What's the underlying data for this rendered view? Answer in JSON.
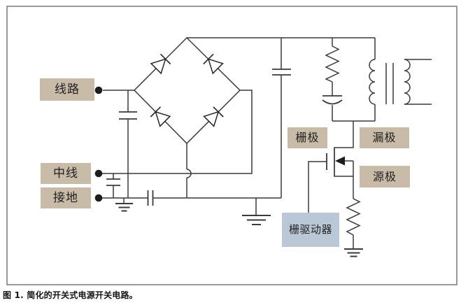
{
  "figure": {
    "caption": "图 1. 简化的开关式电源开关电路。",
    "labels": {
      "line": "线路",
      "neutral": "中线",
      "ground": "接地",
      "gate": "栅极",
      "drain": "漏极",
      "source": "源极",
      "gate_driver": "栅驱动器"
    }
  },
  "colors": {
    "label_bg": "#c8bba7",
    "gate_driver_bg": "#b9c7d6",
    "wire": "#3a3a3a",
    "border": "#787878",
    "text": "#222222"
  }
}
